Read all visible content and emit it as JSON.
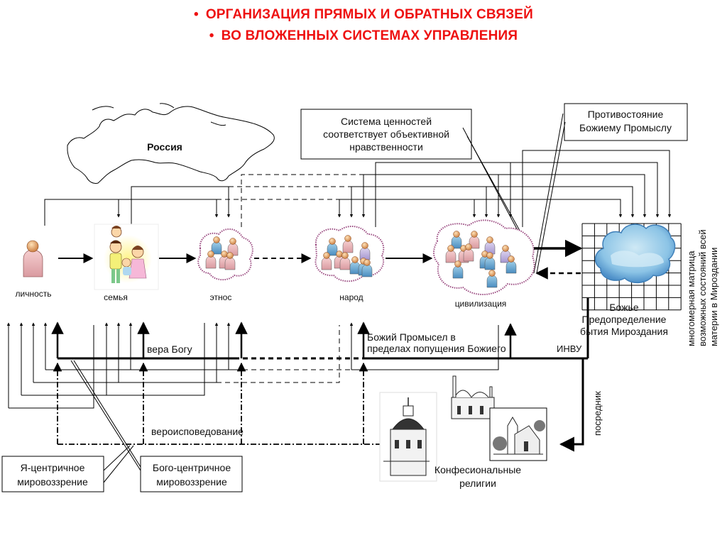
{
  "title": {
    "bullet": "•",
    "line1": "ОРГАНИЗАЦИЯ ПРЯМЫХ И ОБРАТНЫХ СВЯЗЕЙ",
    "line2": "ВО ВЛОЖЕННЫХ СИСТЕМАХ УПРАВЛЕНИЯ",
    "color": "#ee1111"
  },
  "map": {
    "label": "Россия"
  },
  "callouts": {
    "values": [
      "Система ценностей",
      "соответствует объективной",
      "нравственности"
    ],
    "opposition": [
      "Противостояние",
      "Божиему Промыслу"
    ],
    "ego": [
      "Я-центричное",
      "мировоззрение"
    ],
    "god": [
      "Бого-центричное",
      "мировоззрение"
    ]
  },
  "nodes": [
    {
      "id": "personality",
      "label": "личность",
      "icon": "person-icon"
    },
    {
      "id": "family",
      "label": "семья",
      "icon": "family-icon"
    },
    {
      "id": "ethnos",
      "label": "этнос",
      "icon": "group-icon"
    },
    {
      "id": "people",
      "label": "народ",
      "icon": "group-icon"
    },
    {
      "id": "civilization",
      "label": "цивилизация",
      "icon": "group-icon"
    }
  ],
  "matrix": {
    "caption": [
      "Божье",
      "Предопределение",
      "бытия Мироздания"
    ],
    "side_label": [
      "многомерная матрица",
      "возможных состояний всей",
      "материи в Мироздании"
    ]
  },
  "labels": {
    "faith": "вера Богу",
    "providence": [
      "Божий Промысел в",
      "пределах попущения Божиего"
    ],
    "invu": "ИНВУ",
    "confession": "вероисповедование",
    "mediator": "посредник",
    "religions": [
      "Конфесиональные",
      "религии"
    ]
  }
}
